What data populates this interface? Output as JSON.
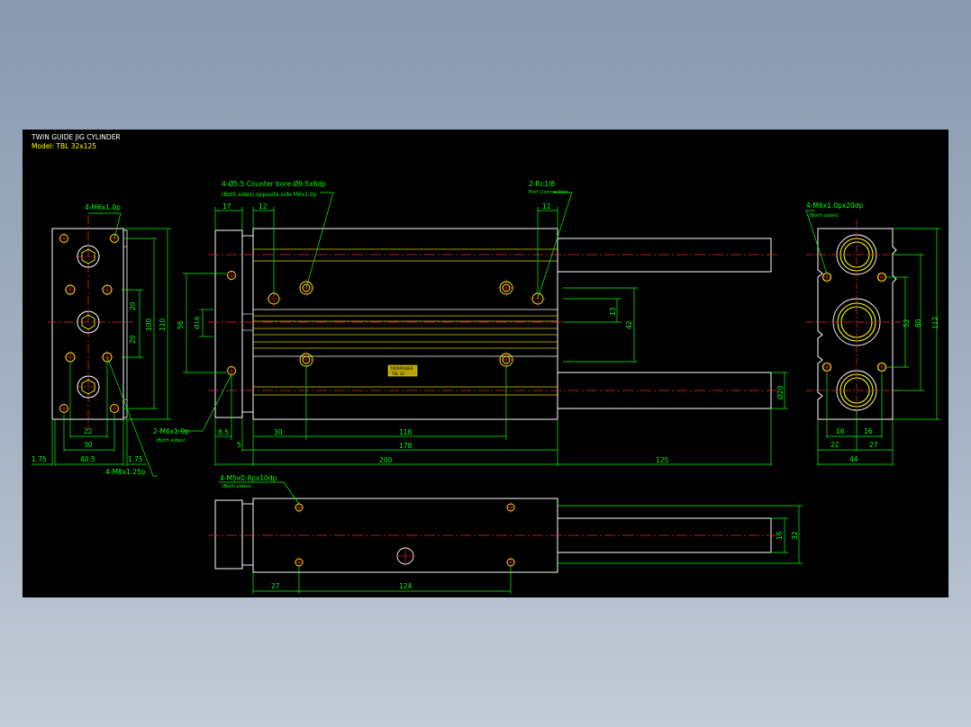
{
  "title": {
    "line1": "TWIN GUIDE JIG CYLINDER",
    "line2": "Model:  TBL 32x125"
  },
  "colors": {
    "background": "#000000",
    "outline": "#ffffff",
    "dimension": "#00ff00",
    "center_line": "#ff2020",
    "hole": "#ffff00",
    "slider_line": "#d8c800"
  },
  "left_view": {
    "callout_top": "4-M6x1.0p",
    "callout_bottom": "4-M8x1.25p",
    "dims": {
      "d20a": "20",
      "d20b": "20",
      "d100": "100",
      "d110": "110",
      "d22": "22",
      "d30": "30",
      "d40_5": "40.5",
      "d1_75a": "1.75",
      "d1_75b": "1.75"
    }
  },
  "front_view": {
    "callout_counterbore_1": "4-Ø5.5   Counter bore Ø9.5x6dp",
    "callout_counterbore_2": "(Both sides),opposite side M6x1.0p",
    "callout_port_1": "2-Rc1/8",
    "callout_port_2": "Port Connection",
    "callout_m6_1": "2-M6x1.0p",
    "callout_m6_2": "(Both sides)",
    "dims": {
      "d17": "17",
      "d12a": "12",
      "d12b": "12",
      "d56": "56",
      "d16": "Ø16",
      "d13": "13",
      "d42": "42",
      "d20": "Ø20",
      "d8_5": "8.5",
      "d5": "5",
      "d30": "30",
      "d118": "118",
      "d178": "178",
      "d200": "200",
      "d125": "125"
    }
  },
  "right_view": {
    "callout_1": "4-M6x1.0px20dp",
    "callout_2": "(Both sides)",
    "dims": {
      "d52": "52",
      "d80": "80",
      "d112": "112",
      "d16a": "16",
      "d16b": "16",
      "d22": "22",
      "d27": "27",
      "d44": "44"
    }
  },
  "bottom_view": {
    "callout_1": "4-M5x0.8px10dp",
    "callout_2": "(Both sides)",
    "dims": {
      "d16": "16",
      "d32": "32",
      "d27": "27",
      "d124": "124"
    }
  },
  "label_plate": {
    "text1": "TWINPOWER",
    "text2": "TBL 32"
  }
}
